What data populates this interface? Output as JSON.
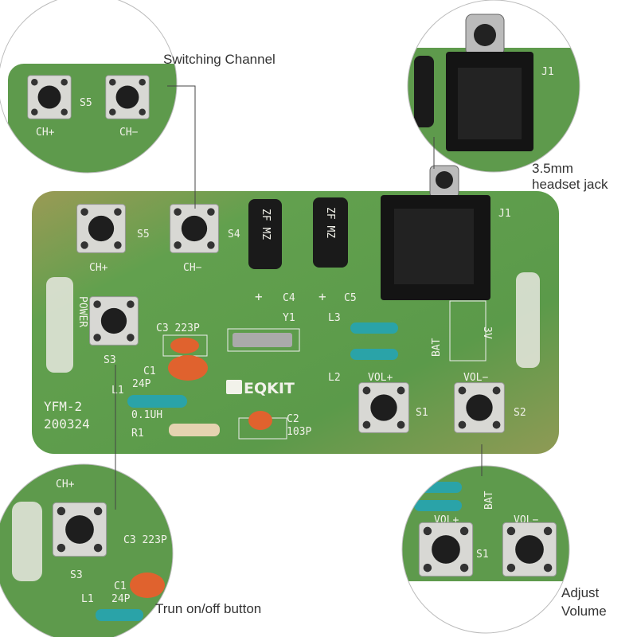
{
  "callouts": {
    "switching_channel": "Switching Channel",
    "headset_jack_line1": "3.5mm",
    "headset_jack_line2": "headset jack",
    "power_button": "Trun on/off button",
    "adjust_volume_line1": "Adjust",
    "adjust_volume_line2": "Volume"
  },
  "pcb": {
    "brand": "EQKIT",
    "model": "YFM-2",
    "date_code": "200324",
    "labels": {
      "s5": "S5",
      "s4": "S4",
      "s3": "S3",
      "s1": "S1",
      "s2": "S2",
      "ch_plus": "CH+",
      "ch_minus": "CH−",
      "c4": "C4",
      "c5": "C5",
      "plus": "+",
      "cap_text": "ZF MZ",
      "j1": "J1",
      "c3": "C3 223P",
      "c1": "C1",
      "c1_val": "24P",
      "y1": "Y1",
      "l1": "L1",
      "l1_val": "0.1UH",
      "l2": "L2",
      "l3": "L3",
      "r1": "R1",
      "c2": "C2",
      "c2_val": "103P",
      "vol_plus": "VOL+",
      "vol_minus": "VOL−",
      "bat": "BAT",
      "bat_v": "3V",
      "power": "POWER"
    }
  },
  "colors": {
    "pcb_green": "#5e9a4c",
    "silkscreen": "#f2f2ea",
    "capacitor_orange": "#e0622e",
    "inductor_teal": "#2aa3a8"
  }
}
